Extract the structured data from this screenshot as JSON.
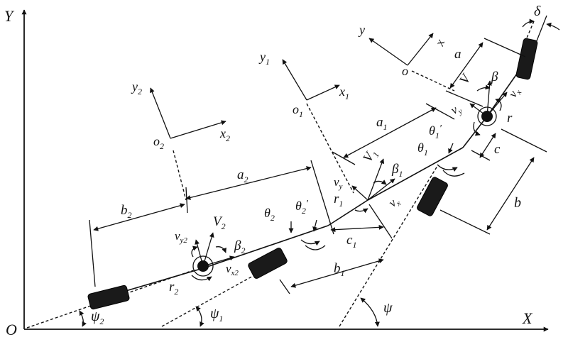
{
  "labels": {
    "Y": "Y",
    "O": "O",
    "X": "X",
    "y": "y",
    "x": "x",
    "o": "o",
    "y1": "y",
    "y1_sub": "1",
    "x1": "x",
    "x1_sub": "1",
    "o1": "o",
    "o1_sub": "1",
    "y2": "y",
    "y2_sub": "2",
    "x2": "x",
    "x2_sub": "2",
    "o2": "o",
    "o2_sub": "2",
    "delta": "δ",
    "a": "a",
    "b": "b",
    "c": "c",
    "r": "r",
    "V": "V",
    "beta": "β",
    "vx": "v",
    "vx_sub": "x",
    "vy": "v",
    "vy_sub": "y",
    "a1": "a",
    "a1_sub": "1",
    "b1": "b",
    "b1_sub": "1",
    "c1": "c",
    "c1_sub": "1",
    "r1": "r",
    "r1_sub": "1",
    "V1": "V",
    "V1_sub": "1",
    "beta1": "β",
    "beta1_sub": "1",
    "vx1": "v",
    "vx1_sub": "x",
    "vy1": "v",
    "vy1_sub": "y",
    "theta1": "θ",
    "theta1_sub": "1",
    "theta1p": "θ",
    "theta1p_sub": "1",
    "theta1p_prime": "′",
    "a2": "a",
    "a2_sub": "2",
    "b2": "b",
    "b2_sub": "2",
    "r2": "r",
    "r2_sub": "2",
    "V2": "V",
    "V2_sub": "2",
    "beta2": "β",
    "beta2_sub": "2",
    "vx2": "v",
    "vx2_sub": "x2",
    "vy2": "v",
    "vy2_sub": "y2",
    "theta2": "θ",
    "theta2_sub": "2",
    "theta2p": "θ",
    "theta2p_sub": "2",
    "theta2p_prime": "′",
    "psi": "ψ",
    "psi1": "ψ",
    "psi1_sub": "1",
    "psi2": "ψ",
    "psi2_sub": "2"
  }
}
